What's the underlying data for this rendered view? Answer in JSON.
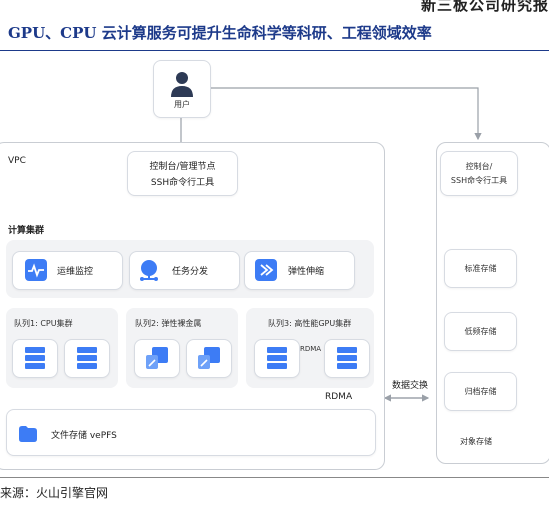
{
  "header": {
    "right_text": "新三板公司研究报"
  },
  "title": "GPU、CPU 云计算服务可提升生命科学等科研、工程领域效率",
  "diagram": {
    "user_label": "用户",
    "vpc_label": "VPC",
    "console_main": {
      "line1": "控制台/管理节点",
      "line2": "SSH命令行工具"
    },
    "cluster_label": "计算集群",
    "services": [
      "运维监控",
      "任务分发",
      "弹性伸缩"
    ],
    "queues": [
      "队列1: CPU集群",
      "队列2: 弹性裸金属",
      "队列3: 高性能GPU集群"
    ],
    "rdma_inner": "RDMA",
    "rdma_lower": "RDMA",
    "storage_label": "文件存储 vePFS",
    "exchange_label": "数据交换",
    "console_right": {
      "line1": "控制台/",
      "line2": "SSH命令行工具"
    },
    "tiers": [
      "标准存储",
      "低频存储",
      "归档存储"
    ],
    "object_storage_label": "对象存储"
  },
  "colors": {
    "accent": "#3d7cf5",
    "title": "#1d3a8a",
    "line": "#9aa0a8"
  },
  "source": "来源：火山引擎官网"
}
